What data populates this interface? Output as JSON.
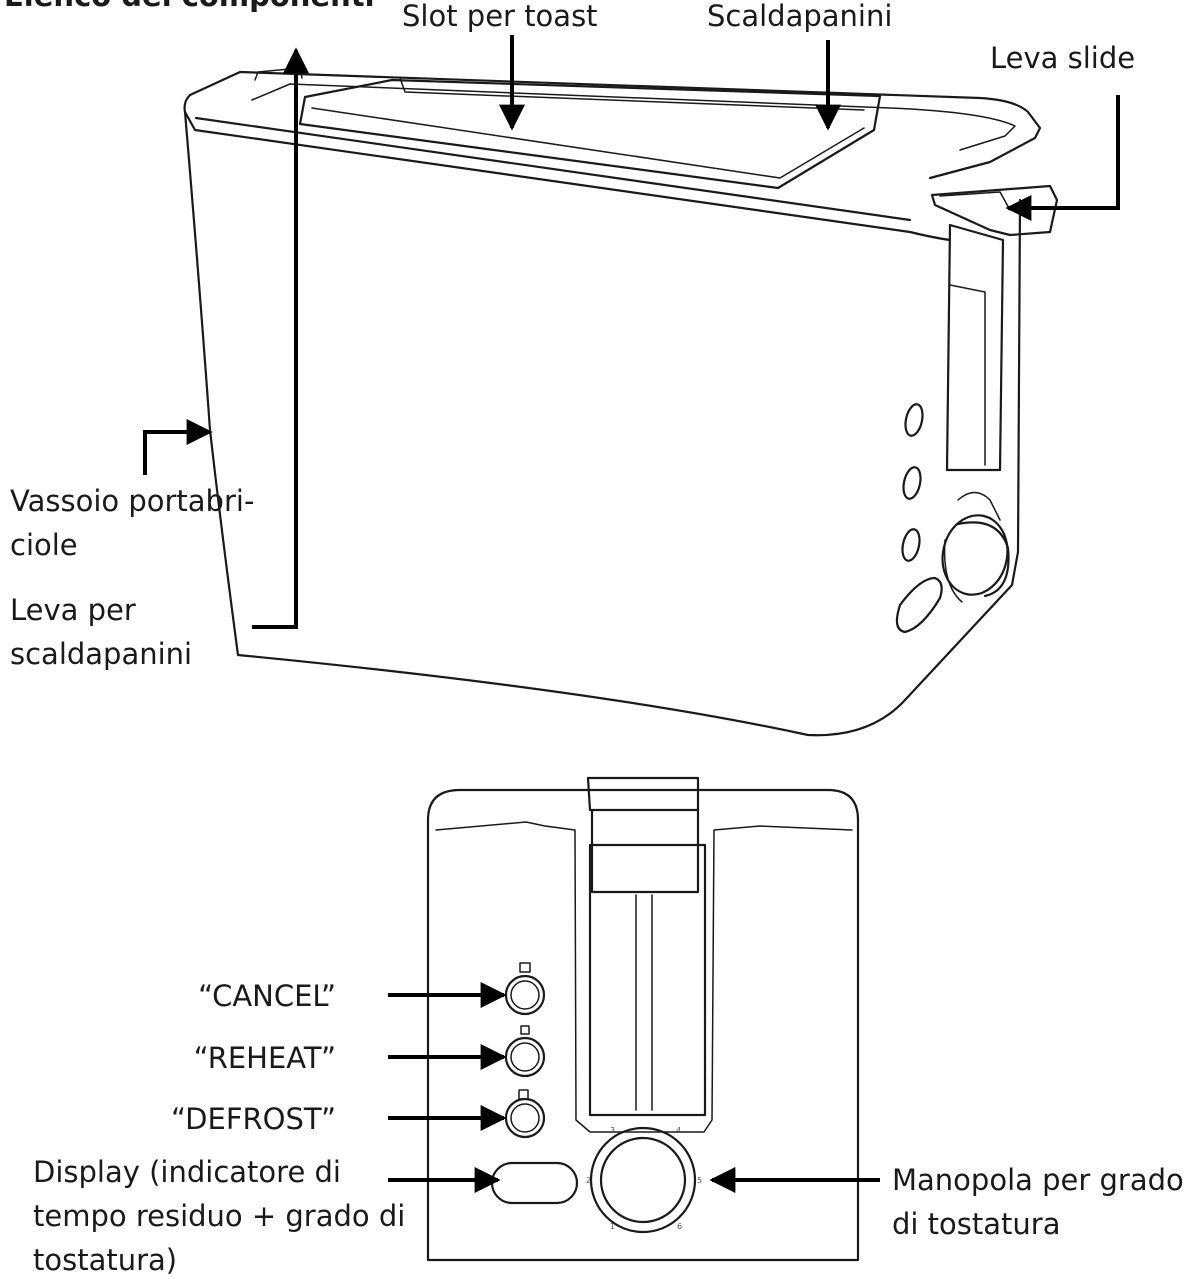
{
  "labels": {
    "cropped_heading": "Elenco dei componenti",
    "slot_per_toast": "Slot per toast",
    "scaldapanini": "Scaldapanini",
    "leva_slide": "Leva slide",
    "vassoio_line1": "Vassoio portabri-",
    "vassoio_line2": "ciole",
    "leva_scalda_line1": "Leva per",
    "leva_scalda_line2": "scaldapanini",
    "cancel": "“CANCEL”",
    "reheat": "“REHEAT”",
    "defrost": "“DEFROST”",
    "display_line1": "Display (indicatore di",
    "display_line2": "tempo residuo + grado di",
    "display_line3": "tostatura)",
    "manopola_line1": "Manopola per grado",
    "manopola_line2": "di tostatura"
  },
  "dial_ticks": [
    "1",
    "2",
    "3",
    "4",
    "5",
    "6"
  ],
  "colors": {
    "line": "#1a1a1a",
    "arrow": "#000000",
    "background": "#ffffff"
  }
}
